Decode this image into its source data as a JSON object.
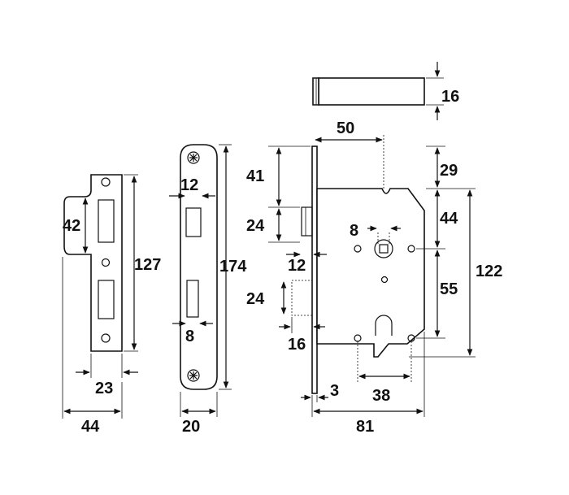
{
  "dimensions": {
    "strike_height_42": "42",
    "strike_height_127": "127",
    "strike_width_23": "23",
    "strike_width_44": "44",
    "forend_slot_12": "12",
    "forend_height_174": "174",
    "forend_slot_8": "8",
    "forend_width_20": "20",
    "keeper_16": "16",
    "backset_50": "50",
    "latch_offset_41": "41",
    "latch_height_24": "24",
    "latch_depth_12": "12",
    "bolt_height_24": "24",
    "bolt_depth_16": "16",
    "top_29": "29",
    "top_44": "44",
    "follower_8": "8",
    "centres_55": "55",
    "case_height_122": "122",
    "faceplate_3": "3",
    "fixing_38": "38",
    "case_depth_81": "81"
  },
  "colors": {
    "line": "#111111",
    "background": "#ffffff"
  }
}
